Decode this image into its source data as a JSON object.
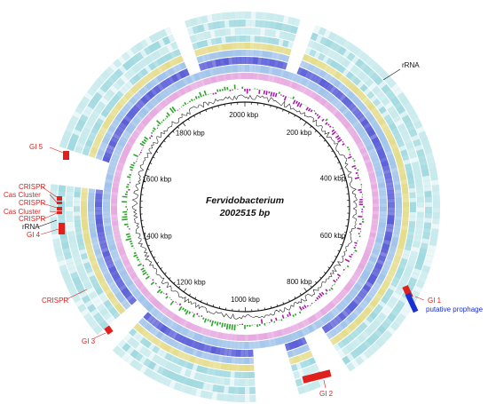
{
  "center": {
    "organism": "Fervidobacterium",
    "genome_size": "2002515 bp"
  },
  "ticks": [
    "2000 kbp",
    "200 kbp",
    "400 kbp",
    "600 kbp",
    "800 kbp",
    "1000 kbp",
    "1200 kbp",
    "1400 kbp",
    "1600 kbp",
    "1800 kbp"
  ],
  "labels": {
    "gi5": "GI 5",
    "crispr1": "CRISPR",
    "cas1": "Cas Cluster",
    "crispr2": "CRISPR",
    "cas2": "Cas Cluster",
    "crispr3": "CRISPR",
    "rrna_left": "rRNA",
    "gi4": "GI 4",
    "crispr4": "CRISPR",
    "gi3": "GI 3",
    "gi2": "GI 2",
    "gi1": "GI 1",
    "prophage": "putative prophage",
    "rrna_top": "rRNA"
  },
  "colors": {
    "ring_teal": "#9fd9df",
    "ring_lightteal": "#c5e9ec",
    "ring_yellow": "#e4dc8a",
    "ring_lightblue": "#9fc3ea",
    "ring_blue": "#5a5fd8",
    "ring_pink": "#e6a8e0",
    "gc_skew_pos": "#2ea32a",
    "gc_skew_neg": "#a31fa3",
    "gi_red": "#e0201c",
    "prophage_blue": "#1a2fd6"
  }
}
